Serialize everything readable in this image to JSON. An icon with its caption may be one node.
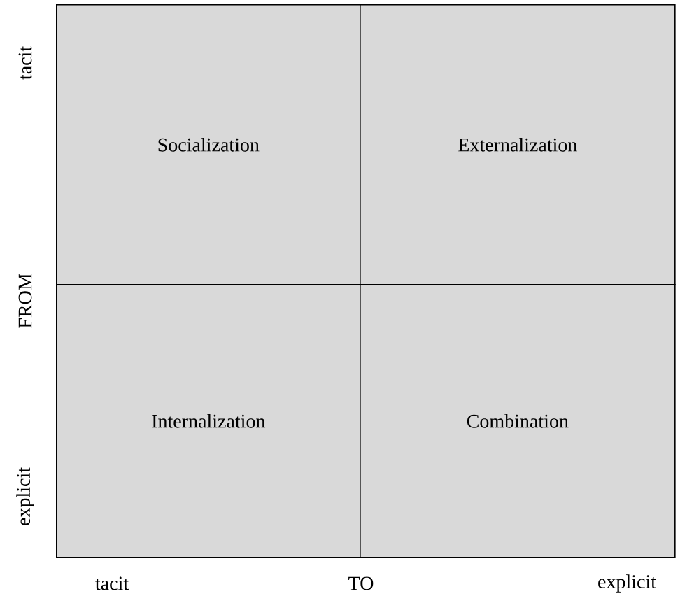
{
  "diagram": {
    "nodes": [
      {
        "text": [
          "Socialization"
        ]
      },
      {
        "text": [
          "Externalization"
        ]
      },
      {
        "text": [
          "Internalization"
        ]
      },
      {
        "text": [
          "Combination"
        ]
      }
    ],
    "labels": [
      "tacit",
      "FROM",
      "explicit",
      "tacit",
      "TO",
      "explicit"
    ]
  }
}
